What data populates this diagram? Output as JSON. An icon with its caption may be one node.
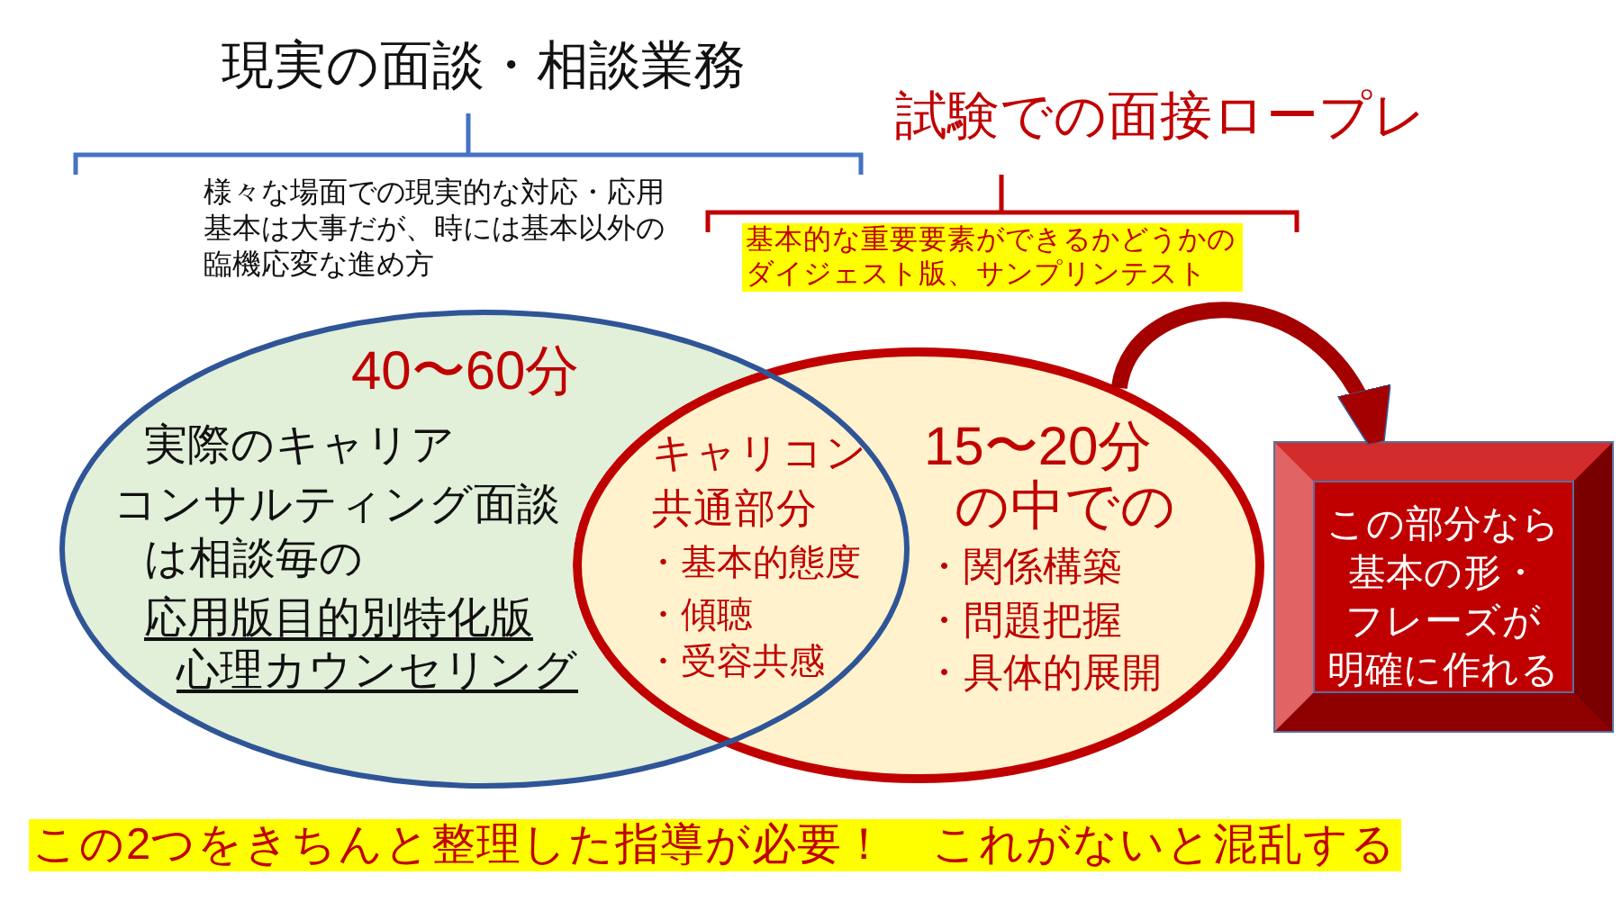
{
  "diagram": {
    "nodes": [
      {
        "text": [
          "40〜60分",
          "実際のキャリア",
          "コンサルティング面談",
          "は相談毎の",
          "応用版目的別特化版",
          "心理カウンセリング"
        ]
      },
      {
        "text": [
          "15〜20分",
          "の中での",
          "・関係構築",
          "・問題把握",
          "・具体的展開"
        ]
      },
      {
        "text": [
          "この部分なら",
          "基本の形・",
          "フレーズが",
          "明確に作れる"
        ]
      }
    ],
    "edges": [
      {
        "from": 1,
        "to": 2,
        "arrow": "to"
      }
    ],
    "labels": [
      "現実の面談・相談業務",
      "試験での面接ロープレ",
      "様々な場面での現実的な対応・応用基本は大事だが、時には基本以外の臨機応変な進め方",
      "基本的な重要要素ができるかどうかのダイジェスト版、サンプリンテスト",
      "キャリコン共通部分",
      "・基本的態度",
      "・傾聴",
      "・受容共感",
      "この2つをきちんと整理した指導が必要！　これがないと混乱する"
    ]
  }
}
